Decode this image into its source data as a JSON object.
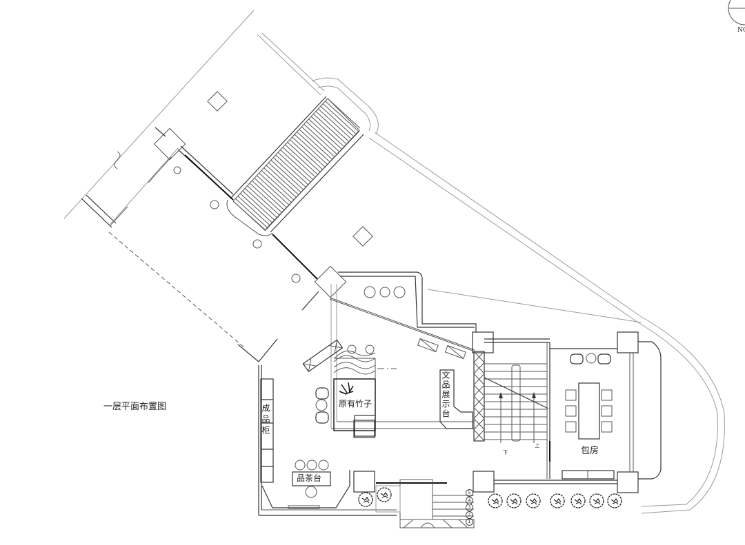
{
  "drawing_title": "一层平面布置图",
  "north_arrow": {
    "label": "NO"
  },
  "rooms": {
    "product_cabinet": "成品柜",
    "tea_counter": "品茶台",
    "existing_bamboo": "原有竹子",
    "display_counter": "文品展示台",
    "private_room": "包房"
  },
  "stairs": {
    "down": "下",
    "up": "上"
  },
  "step_numbers": [
    "5",
    "4",
    "3",
    "2",
    "1"
  ]
}
